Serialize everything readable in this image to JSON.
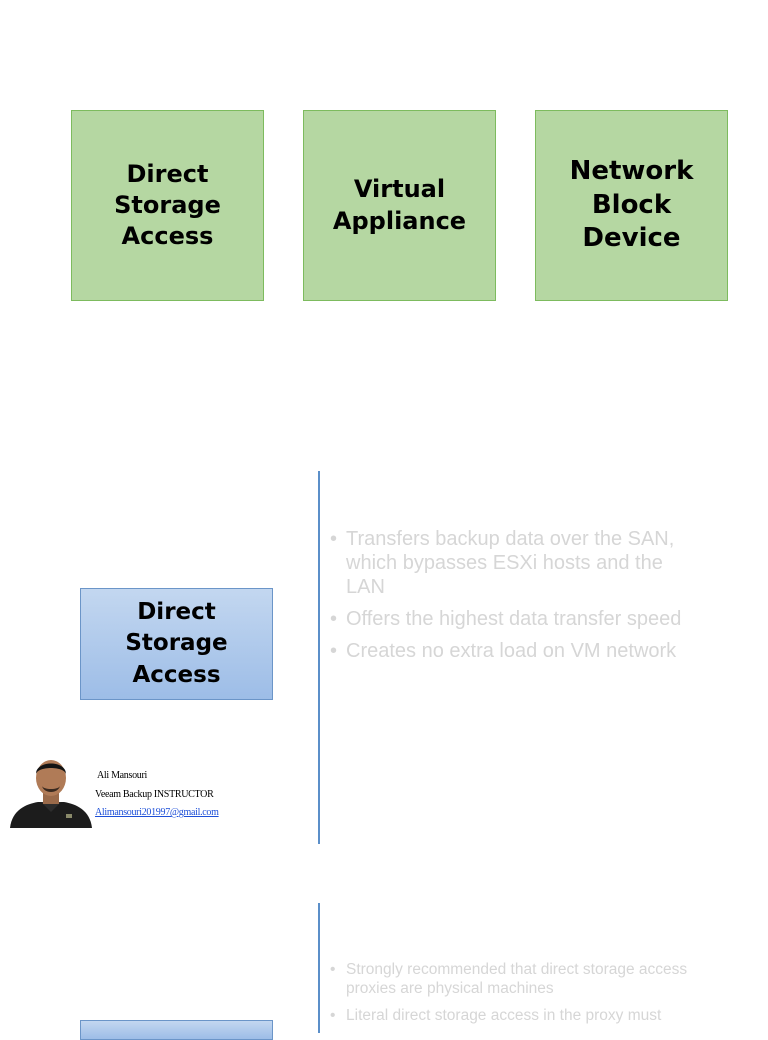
{
  "methods": [
    {
      "label_lines": [
        "Direct",
        "Storage",
        "Access"
      ]
    },
    {
      "label_lines": [
        "Virtual",
        "Appliance"
      ]
    },
    {
      "label_lines": [
        "Network",
        "Block",
        "Device"
      ]
    }
  ],
  "section1": {
    "heading_lines": [
      "Direct",
      "Storage",
      "Access"
    ],
    "bullets": [
      "Transfers backup data over the SAN, which bypasses ESXi hosts and the LAN",
      "Offers the highest data transfer speed",
      "Creates no extra load on VM network"
    ]
  },
  "instructor": {
    "name": "Ali Mansouri",
    "role": "Veeam Backup INSTRUCTOR",
    "email": "Alimansouri201997@gmail.com"
  },
  "section2": {
    "bullets": [
      "Strongly recommended that direct storage access proxies are physical machines",
      "Literal direct storage access in the proxy must"
    ]
  },
  "colors": {
    "green_box": "#b5d7a2",
    "blue_box": "#9dbde7",
    "divider": "#5b8fc9",
    "bullet_text": "#d6d6d6"
  }
}
